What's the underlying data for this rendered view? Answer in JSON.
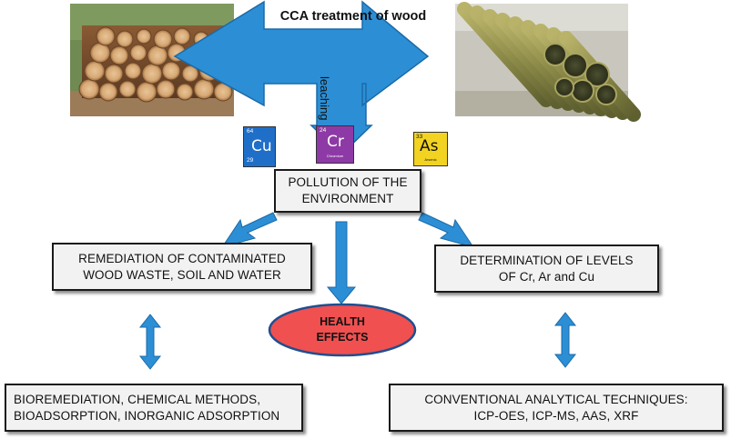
{
  "title": "CCA treatment of wood",
  "leaching_label": "leaching",
  "pollution": [
    "POLLUTION OF THE",
    "ENVIRONMENT"
  ],
  "remediation": [
    "REMEDIATION OF CONTAMINATED",
    "WOOD WASTE, SOIL AND WATER"
  ],
  "determination": [
    "DETERMINATION OF LEVELS",
    "OF Cr, Ar and Cu"
  ],
  "health": [
    "HEALTH",
    "EFFECTS"
  ],
  "bio": [
    "BIOREMEDIATION, CHEMICAL METHODS,",
    "BIOADSORPTION, INORGANIC ADSORPTION"
  ],
  "techniques": [
    "CONVENTIONAL ANALYTICAL TECHNIQUES:",
    "ICP-OES, ICP-MS, AAS, XRF"
  ],
  "elements": [
    {
      "symbol": "Cu",
      "number": "29",
      "mass": "64",
      "name": "",
      "color": "#1f6fc9",
      "text_color": "#ffffff"
    },
    {
      "symbol": "Cr",
      "number": "24",
      "mass": "",
      "name": "Chromium",
      "color": "#8e3aa6",
      "text_color": "#ffffff"
    },
    {
      "symbol": "As",
      "number": "33",
      "mass": "",
      "name": "Arsenic",
      "color": "#f2d321",
      "text_color": "#111111"
    }
  ],
  "colors": {
    "arrow": "#2c8fd6",
    "arrow_stroke": "#1b6aa8",
    "box_fill": "#f2f2f2",
    "ellipse_fill": "#f05050",
    "ellipse_stroke": "#1f4f8f"
  },
  "images": [
    "stacked-logs-photo",
    "treated-poles-photo"
  ]
}
